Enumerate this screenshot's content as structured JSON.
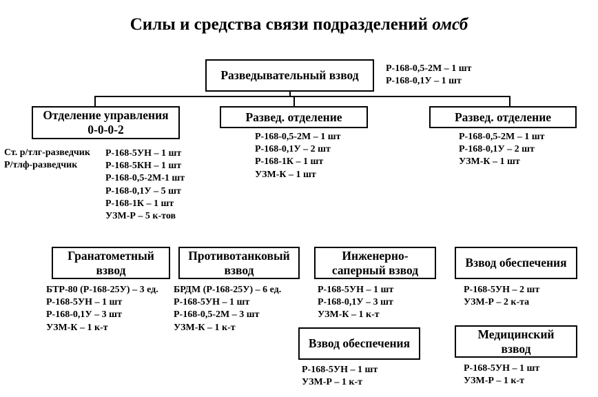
{
  "title": {
    "main": "Силы и средства связи подразделений",
    "italic": "омсб"
  },
  "top_box": {
    "label": "Разведывательный взвод",
    "equipment": [
      "Р-168-0,5-2М – 1 шт",
      "Р-168-0,1У – 1 шт"
    ]
  },
  "mgmt": {
    "line1": "Отделение управления",
    "line2": "0-0-0-2",
    "roles": [
      "Ст. р/тлг-разведчик",
      "Р/тлф-разведчик"
    ],
    "equipment": [
      "Р-168-5УН – 1 шт",
      "Р-168-5КН – 1 шт",
      "Р-168-0,5-2М-1 шт",
      "Р-168-0,1У – 5 шт",
      "Р-168-1К – 1 шт",
      "УЗМ-Р – 5 к-тов"
    ]
  },
  "recon1": {
    "label": "Развед. отделение",
    "equipment": [
      "Р-168-0,5-2М – 1 шт",
      "Р-168-0,1У – 2 шт",
      "Р-168-1К – 1 шт",
      "УЗМ-К – 1 шт"
    ]
  },
  "recon2": {
    "label": "Развед. отделение",
    "equipment": [
      "Р-168-0,5-2М – 1 шт",
      "Р-168-0,1У – 2 шт",
      "УЗМ-К – 1 шт"
    ]
  },
  "grenade": {
    "line1": "Гранатометный",
    "line2": "взвод",
    "equipment": [
      "БТР-80 (Р-168-25У) – 3 ед.",
      "Р-168-5УН – 1 шт",
      "Р-168-0,1У – 3 шт",
      "УЗМ-К – 1 к-т"
    ]
  },
  "antitank": {
    "line1": "Противотанковый",
    "line2": "взвод",
    "equipment": [
      "БРДМ (Р-168-25У) – 6 ед.",
      "Р-168-5УН – 1 шт",
      "Р-168-0,5-2М – 3 шт",
      "УЗМ-К – 1 к-т"
    ]
  },
  "engineer": {
    "line1": "Инженерно-",
    "line2": "саперный взвод",
    "equipment": [
      "Р-168-5УН – 1 шт",
      "Р-168-0,1У – 3 шт",
      "УЗМ-К – 1 к-т"
    ]
  },
  "support1": {
    "label": "Взвод обеспечения",
    "equipment": [
      "Р-168-5УН – 2 шт",
      "УЗМ-Р – 2 к-та"
    ]
  },
  "support2": {
    "label": "Взвод обеспечения",
    "equipment": [
      "Р-168-5УН – 1 шт",
      "УЗМ-Р – 1 к-т"
    ]
  },
  "medical": {
    "line1": "Медицинский",
    "line2": "взвод",
    "equipment": [
      "Р-168-5УН – 1 шт",
      "УЗМ-Р – 1 к-т"
    ]
  }
}
